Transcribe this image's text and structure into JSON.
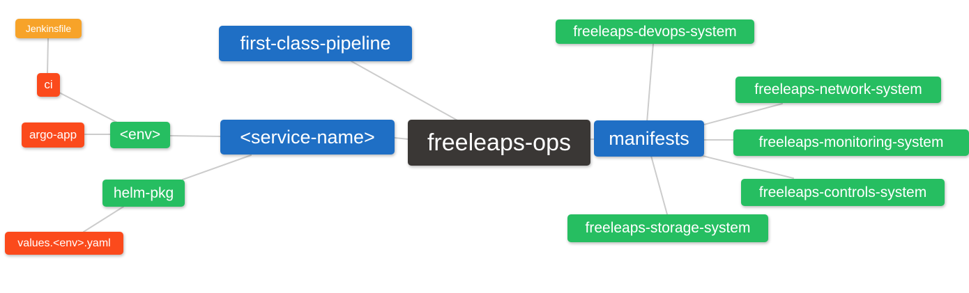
{
  "diagram": {
    "type": "mindmap",
    "root_label": "freeleaps-ops"
  },
  "palette": {
    "background": "#FFFFFF",
    "text": "#FFFFFF",
    "edge": "#CCCCCC",
    "root": "#3A3735",
    "level1": "#1F6FC5",
    "level2": "#26BE61",
    "level3": "#FB4A1C",
    "level4": "#F7A329"
  },
  "nodes": {
    "root": {
      "label": "freeleaps-ops",
      "level": 0
    },
    "first_class_pipeline country": null,
    "first_class_pipeline": {
      "label": "first-class-pipeline",
      "level": 1
    },
    "service_name": {
      "label": "<service-name>",
      "level": 1
    },
    "manifests": {
      "label": "manifests",
      "level": 1
    },
    "env": {
      "label": "<env>",
      "level": 2
    },
    "helm_pkg": {
      "label": "helm-pkg",
      "level": 2
    },
    "devops_system": {
      "label": "freeleaps-devops-system",
      "level": 2
    },
    "network_system": {
      "label": "freeleaps-network-system",
      "level": 2
    },
    "monitoring_system": {
      "label": "freeleaps-monitoring-system",
      "level": 2
    },
    "controls_system": {
      "label": "freeleaps-controls-system",
      "level": 2
    },
    "storage_system": {
      "label": "freeleaps-storage-system",
      "level": 2
    },
    "ci": {
      "label": "ci",
      "level": 3
    },
    "argo_app": {
      "label": "argo-app",
      "level": 3
    },
    "values_env_yaml": {
      "label": "values.<env>.yaml",
      "level": 3
    },
    "jenkinsfile": {
      "label": "Jenkinsfile",
      "level": 4
    }
  },
  "edges": [
    {
      "from": "root",
      "to": "first_class_pipeline"
    },
    {
      "from": "root",
      "to": "service_name"
    },
    {
      "from": "root",
      "to": "manifests"
    },
    {
      "from": "service_name",
      "to": "env"
    },
    {
      "from": "service_name",
      "to": "helm_pkg"
    },
    {
      "from": "env",
      "to": "ci"
    },
    {
      "from": "env",
      "to": "argo_app"
    },
    {
      "from": "ci",
      "to": "jenkinsfile"
    },
    {
      "from": "helm_pkg",
      "to": "values_env_yaml"
    },
    {
      "from": "manifests",
      "to": "devops_system"
    },
    {
      "from": "manifests",
      "to": "network_system"
    },
    {
      "from": "manifests",
      "to": "monitoring_system"
    },
    {
      "from": "manifests",
      "to": "controls_system"
    },
    {
      "from": "manifests",
      "to": "storage_system"
    }
  ]
}
